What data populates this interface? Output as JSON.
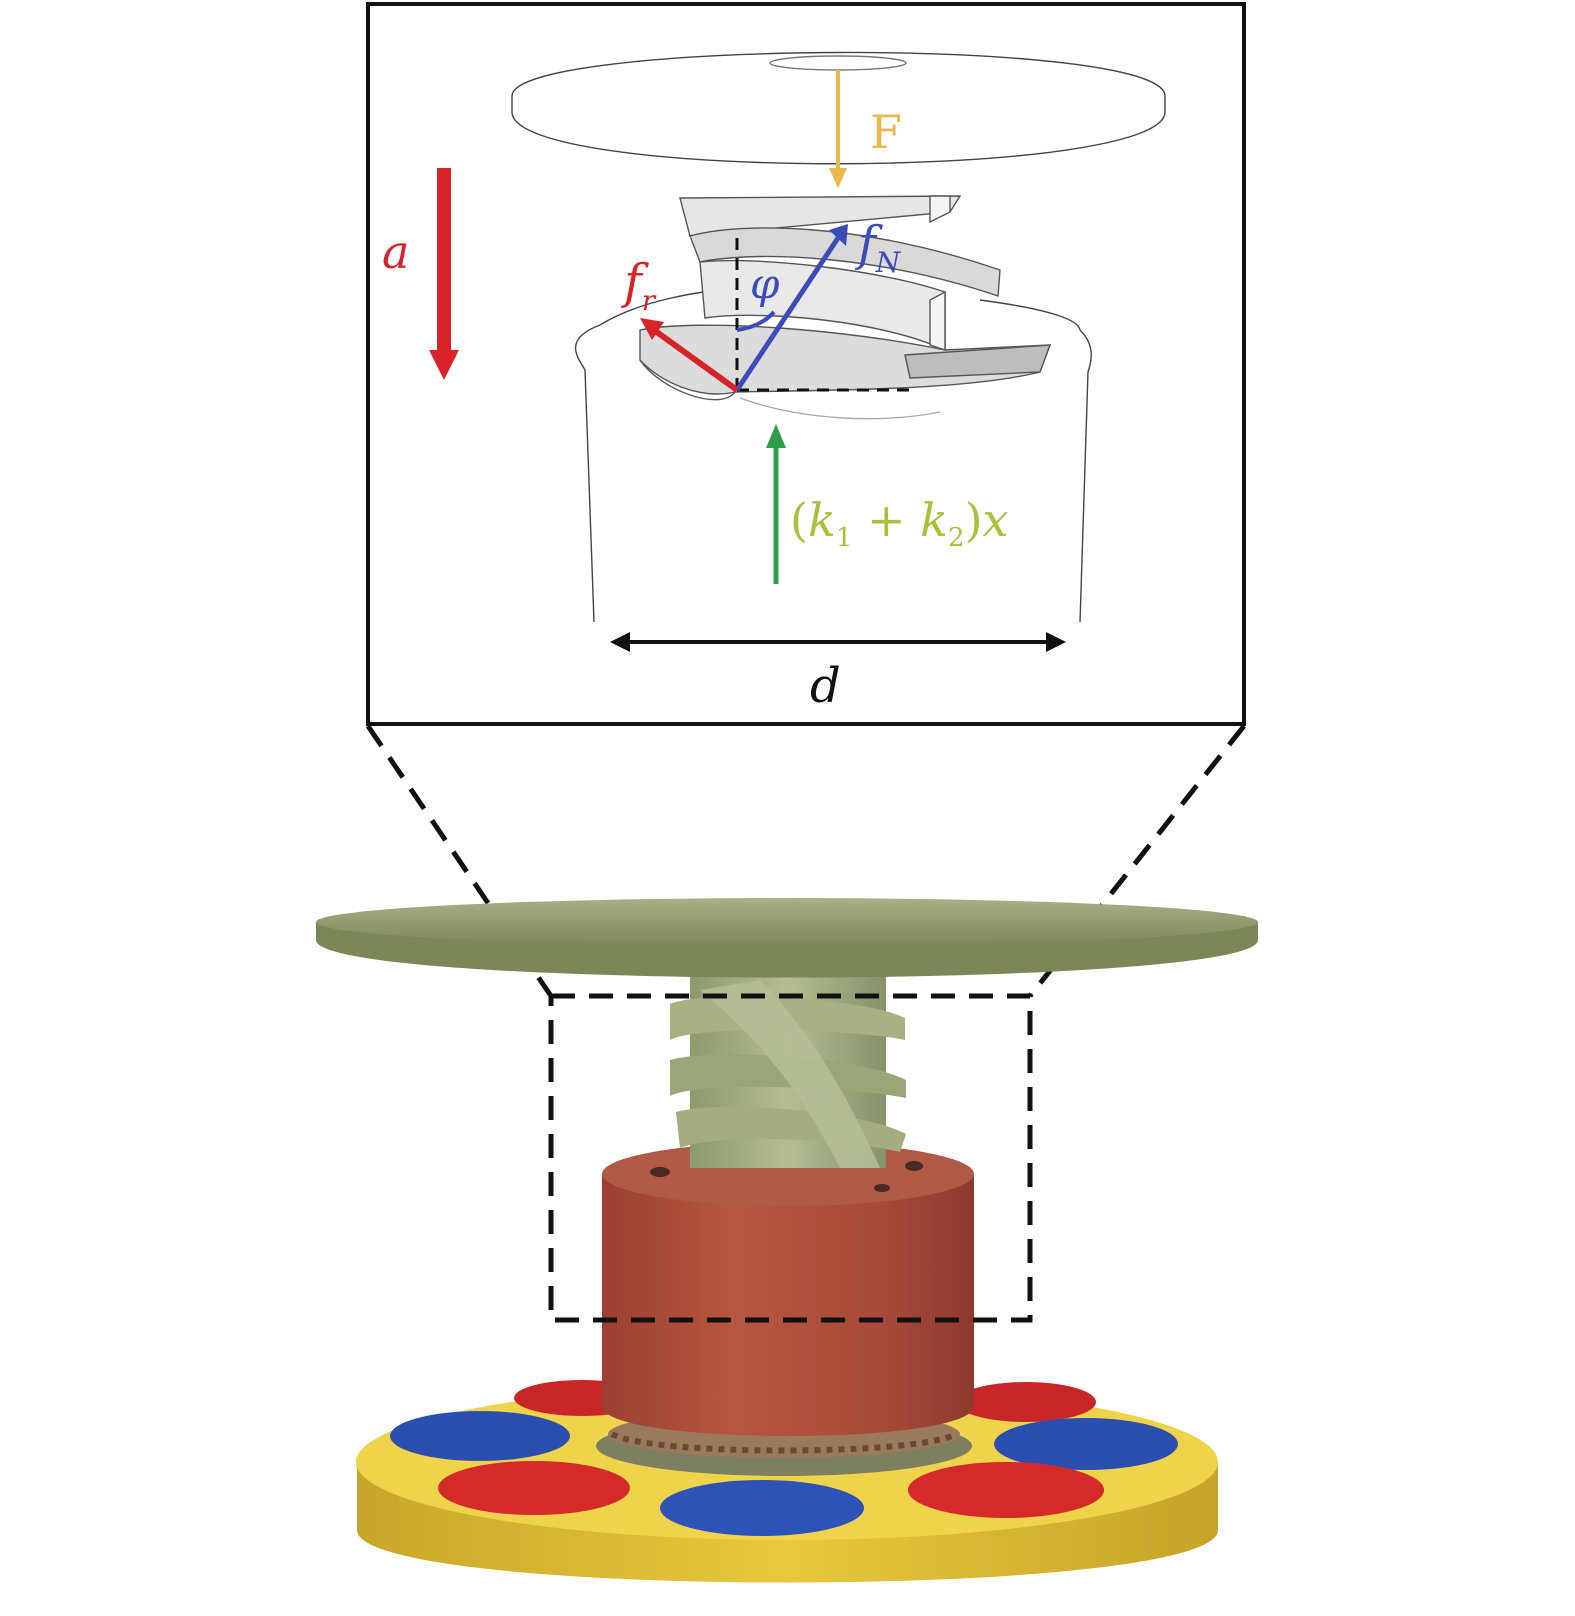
{
  "diagram": {
    "inset_labels": {
      "force_F": "F",
      "acceleration": "a",
      "normal_force": "f",
      "normal_force_sub": "N",
      "friction_force": "f",
      "friction_force_sub": "r",
      "angle": "φ",
      "spring_force_open": "(",
      "spring_k1": "k",
      "spring_k1_sub": "1",
      "spring_plus": " + ",
      "spring_k2": "k",
      "spring_k2_sub": "2",
      "spring_close": ")",
      "spring_x": "x",
      "diameter": "d"
    },
    "colors": {
      "force_F": "#e8b94a",
      "acceleration": "#d8232a",
      "normal_force": "#3b4bb8",
      "friction_force": "#d8232a",
      "spring_force": "#2e9e4a",
      "spring_label": "#a8c23a",
      "top_plate": "#8e9a6a",
      "helix": "#9aa77a",
      "red_housing": "#b0503e",
      "base_disc": "#e6c73c",
      "magnet_red": "#d42a2a",
      "magnet_blue": "#2a4fb0",
      "outline": "#111111"
    }
  }
}
